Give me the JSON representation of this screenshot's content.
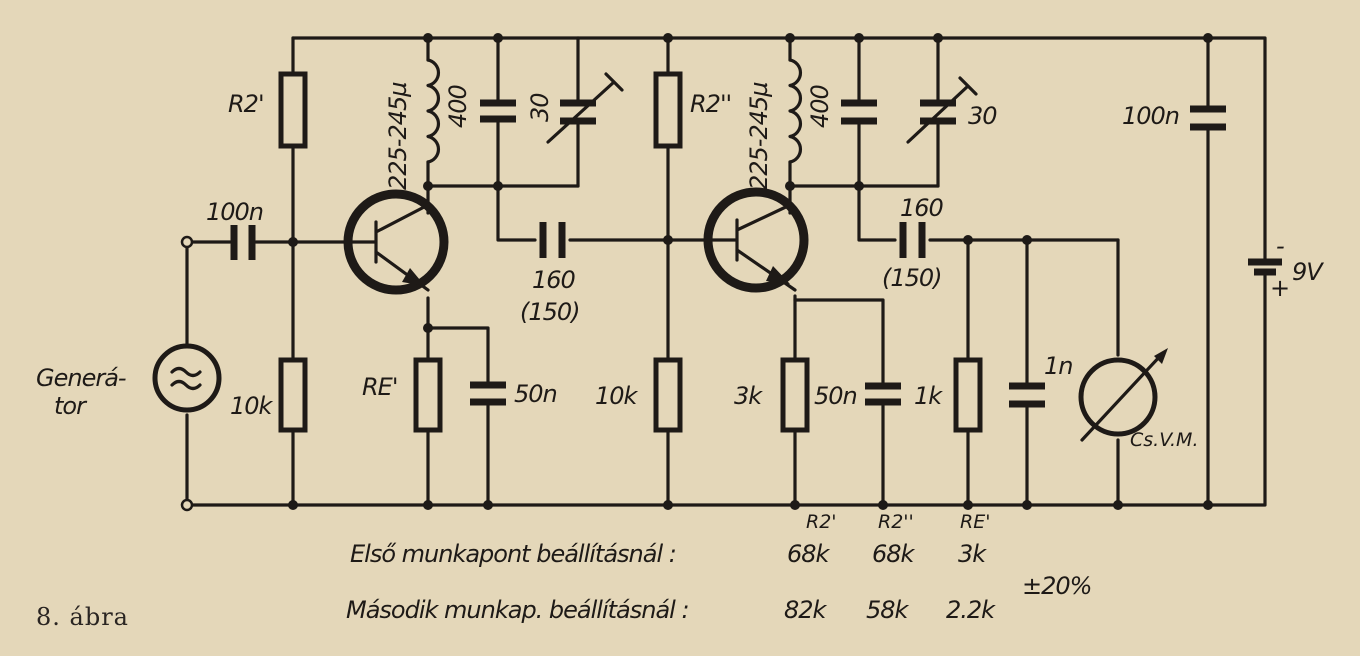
{
  "caption": "8. ábra",
  "generator_label": [
    "Generá-",
    "tor"
  ],
  "r2_first_label": "R2'",
  "r2_second_label": "R2''",
  "re_first_label": "RE'",
  "inductor_first": {
    "range": "225-245µ",
    "value": "400"
  },
  "inductor_second": {
    "range": "225-245µ",
    "value": "400"
  },
  "trimmer_first": "30",
  "trimmer_second": "30",
  "input_cap": "100n",
  "coupling_cap_first": {
    "value": "160",
    "alt": "(150)"
  },
  "coupling_cap_second": {
    "value": "160",
    "alt": "(150)"
  },
  "supply_cap": "100n",
  "battery": {
    "minus": "-",
    "plus": "+",
    "voltage": "9V"
  },
  "bias_resistor_first": "10k",
  "bias_resistor_second": "10k",
  "emitter_cap_first": "50n",
  "emitter_resistor_second": "3k",
  "emitter_cap_second": "50n",
  "load_resistor": "1k",
  "load_cap": "1n",
  "meter_label": "Cs.V.M.",
  "settings_table": {
    "headers": [
      "R2'",
      "R2''",
      "RE'"
    ],
    "rows": [
      {
        "label": "Első munkapont beállításnál :",
        "values": [
          "68k",
          "68k",
          "3k"
        ]
      },
      {
        "label": "Második munkap. beállításnál :",
        "values": [
          "82k",
          "58k",
          "2.2k"
        ]
      }
    ],
    "tolerance": "±20%"
  }
}
